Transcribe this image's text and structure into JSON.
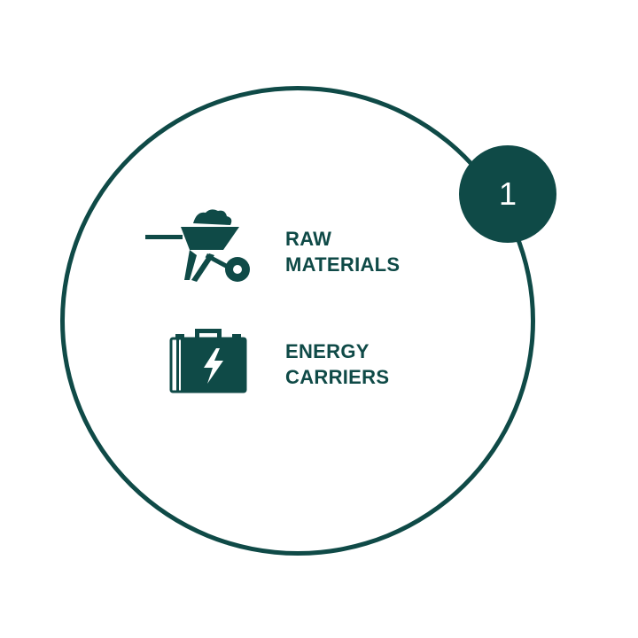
{
  "badge": {
    "number": "1"
  },
  "items": [
    {
      "icon": "wheelbarrow-icon",
      "line1": "RAW",
      "line2": "MATERIALS"
    },
    {
      "icon": "battery-icon",
      "line1": "ENERGY",
      "line2": "CARRIERS"
    }
  ],
  "colors": {
    "primary": "#0f4a47",
    "background": "#ffffff"
  }
}
